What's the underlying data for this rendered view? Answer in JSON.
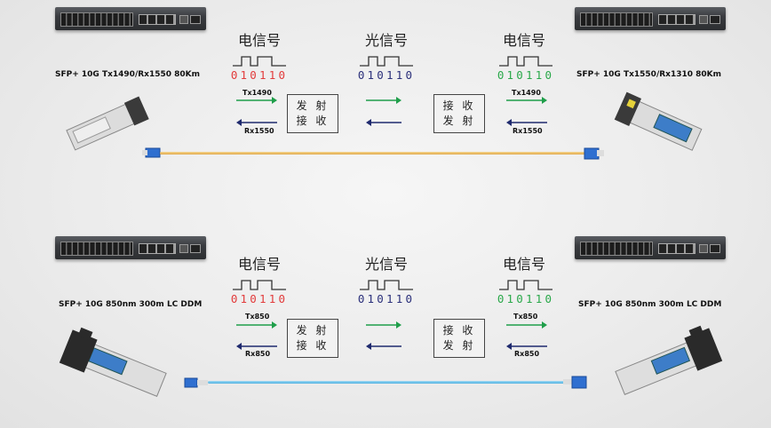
{
  "top": {
    "left_label": "SFP+  10G  Tx1490/Rx1550 80Km",
    "right_label": "SFP+  10G  Tx1550/Rx1310 80Km",
    "signal_left": "电信号",
    "signal_mid": "光信号",
    "signal_right": "电信号",
    "bits": "010110",
    "left_box": [
      "发 射",
      "接 收"
    ],
    "right_box": [
      "接 收",
      "发 射"
    ],
    "left_tx": "Tx1490",
    "left_rx": "Rx1550",
    "right_tx": "Tx1490",
    "right_rx": "Rx1550"
  },
  "bottom": {
    "left_label": "SFP+ 10G  850nm 300m LC DDM",
    "right_label": "SFP+ 10G  850nm 300m LC DDM",
    "signal_left": "电信号",
    "signal_mid": "光信号",
    "signal_right": "电信号",
    "bits": "010110",
    "left_box": [
      "发 射",
      "接 收"
    ],
    "right_box": [
      "接 收",
      "发 射"
    ],
    "left_tx": "Tx850",
    "left_rx": "Rx850",
    "right_tx": "Tx850",
    "right_rx": "Rx850"
  },
  "colors": {
    "left_bits": "#e23b3b",
    "mid_bits": "#2a2f7a",
    "right_bits": "#2aa84a",
    "tx_arrow": "#1f9e4a",
    "rx_arrow": "#1f2a6e",
    "fiber_top": "#f2c36a",
    "fiber_bottom": "#6fc3e8"
  }
}
